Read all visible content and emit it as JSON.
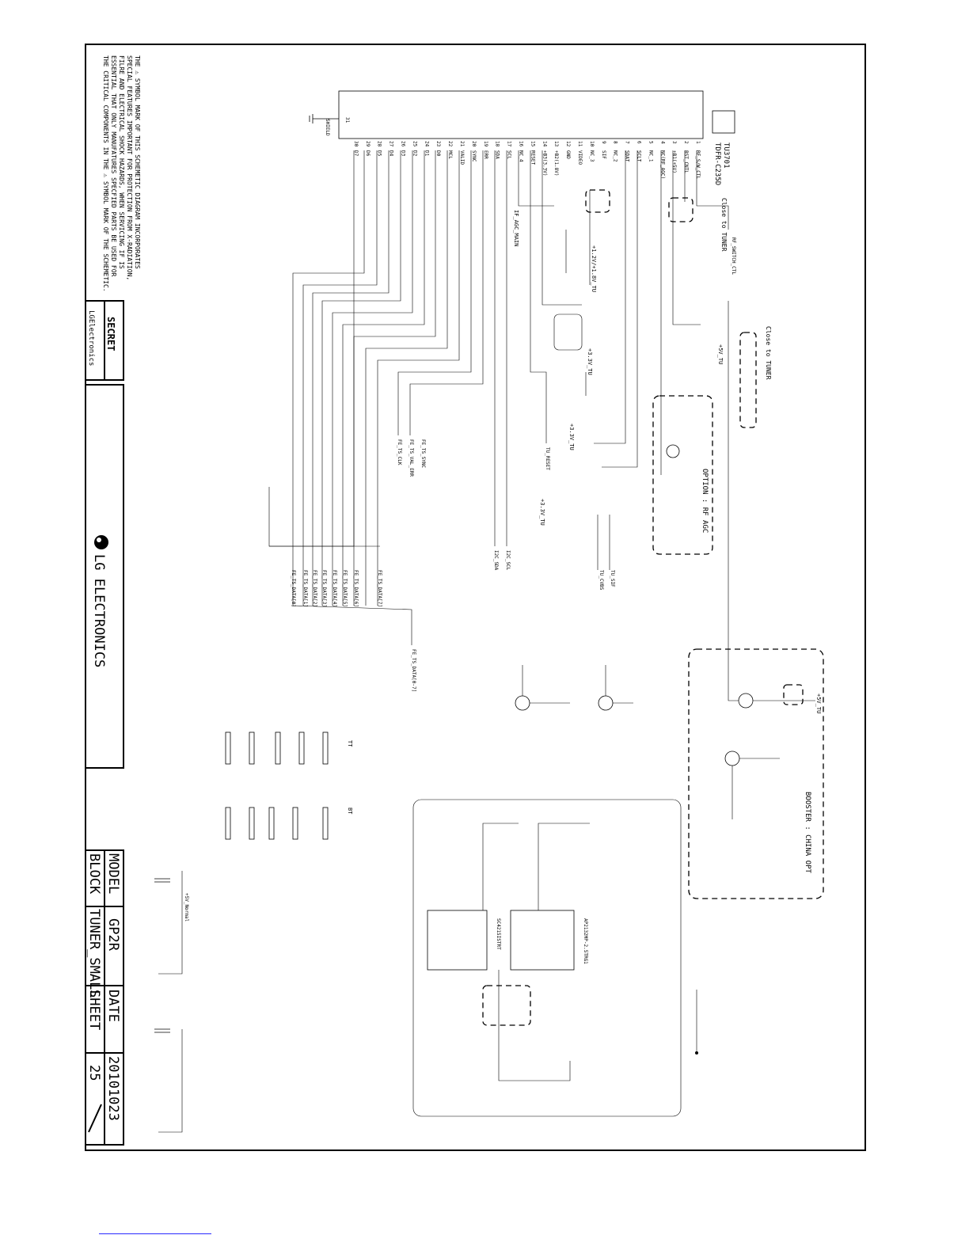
{
  "title_block": {
    "secret": "SECRET",
    "brand_small": "LGElectronics",
    "brand_large": "LG ELECTRONICS",
    "model_label": "MODEL",
    "model_value": "GP2R",
    "date_label": "DATE",
    "date_value": "20101023",
    "block_label": "BLOCK",
    "block_value": "TUNER_SMALL",
    "sheet_label": "SHEET",
    "sheet_value": "25"
  },
  "safety_note": [
    "THE ⚠ SYMBOL MARK OF THIS SCHEMETIC DIAGRAM INCORPORATES",
    "SPECIAL FEATURES IMPORTANT FOR PROTECTION FROM X-RADIATION,",
    "FILRE AND ELECTRICAL SHOCK HAZARDS, WHEN SERVICING IF IS",
    "ESSENTIAL THAT ONLY MANUFATURES SPECFIED PARTS BE USED FOR",
    "THE CRITICAL COMPONENTS IN THE ⚠ SYMBOL MARK OF THE SCHEMETIC."
  ],
  "tuner": {
    "ref": "TU3701",
    "part": "TDFR-C235D",
    "pins": [
      {
        "num": "1",
        "name": "RF_S/W_CTL"
      },
      {
        "num": "2",
        "name": "BST_CNTL"
      },
      {
        "num": "3",
        "name": "+B1(+5V)"
      },
      {
        "num": "4",
        "name": "NC(RF_AGC)"
      },
      {
        "num": "5",
        "name": "NC_1"
      },
      {
        "num": "6",
        "name": "SCLT"
      },
      {
        "num": "7",
        "name": "SDAT"
      },
      {
        "num": "8",
        "name": "NC_2"
      },
      {
        "num": "9",
        "name": "SIF"
      },
      {
        "num": "10",
        "name": "NC_3"
      },
      {
        "num": "11",
        "name": "VIDEO"
      },
      {
        "num": "12",
        "name": "GND"
      },
      {
        "num": "13",
        "name": "+B2(1.8V)"
      },
      {
        "num": "14",
        "name": "+B3(3.3V)"
      },
      {
        "num": "15",
        "name": "RESET"
      },
      {
        "num": "16",
        "name": "NC_4"
      },
      {
        "num": "17",
        "name": "SCL"
      },
      {
        "num": "18",
        "name": "SDA"
      },
      {
        "num": "19",
        "name": "ERR"
      },
      {
        "num": "20",
        "name": "SYNC"
      },
      {
        "num": "21",
        "name": "VALID"
      },
      {
        "num": "22",
        "name": "MCL"
      },
      {
        "num": "23",
        "name": "D0"
      },
      {
        "num": "24",
        "name": "D1"
      },
      {
        "num": "25",
        "name": "D2"
      },
      {
        "num": "26",
        "name": "D3"
      },
      {
        "num": "27",
        "name": "D4"
      },
      {
        "num": "28",
        "name": "D5"
      },
      {
        "num": "29",
        "name": "D6"
      },
      {
        "num": "30",
        "name": "D7"
      }
    ],
    "shield_num": "31",
    "shield_name": "SHIELD"
  },
  "labels": {
    "close_to_tuner_1": "Close to TUNER",
    "close_to_tuner_2": "Close to TUNER",
    "rf_switch": "RF_SWITCH_CTL",
    "supply_1": "+1.2V/+1.8V_TU",
    "supply_2": "+3.3V_TU",
    "supply_3": "+5V_TU",
    "supply_4": "+3.3V_TU",
    "supply_5": "+3.3V_TU",
    "supply_6": "+5V_TU",
    "option_rf_agc": "OPTION : RF AGC",
    "booster_china": "BOOSTER : CHINA OPT",
    "if_agc_main": "IF_AGC_MAIN",
    "tu_reset": "TU_RESET",
    "i2c_scl": "I2C_SCL",
    "i2c_sda": "I2C_SDA",
    "fe_ts_val": "FE_TS_VAL_ERR",
    "fe_ts_sync": "FE_TS_SYNC",
    "fe_ts_clk": "FE_TS_CLK",
    "fe_ts_data": [
      "FE_TS_DATA[0]",
      "FE_TS_DATA[1]",
      "FE_TS_DATA[2]",
      "FE_TS_DATA[3]",
      "FE_TS_DATA[4]",
      "FE_TS_DATA[5]",
      "FE_TS_DATA[6]",
      "FE_TS_DATA[7]"
    ],
    "fe_ts_bus": "FE_TS_DATA[0-7]",
    "tu_cvbs": "TU_CVBS",
    "tu_sif": "TU_SIF",
    "ic_1": "AP2132MP-2.5TRG1",
    "ic_2": "SC4215ISTRT",
    "vsupply_note": "+5V_Normal",
    "tt_label": "TT",
    "bt_label": "BT"
  },
  "colors": {
    "ink": "#000000",
    "footer_link": "#2a2aff"
  }
}
